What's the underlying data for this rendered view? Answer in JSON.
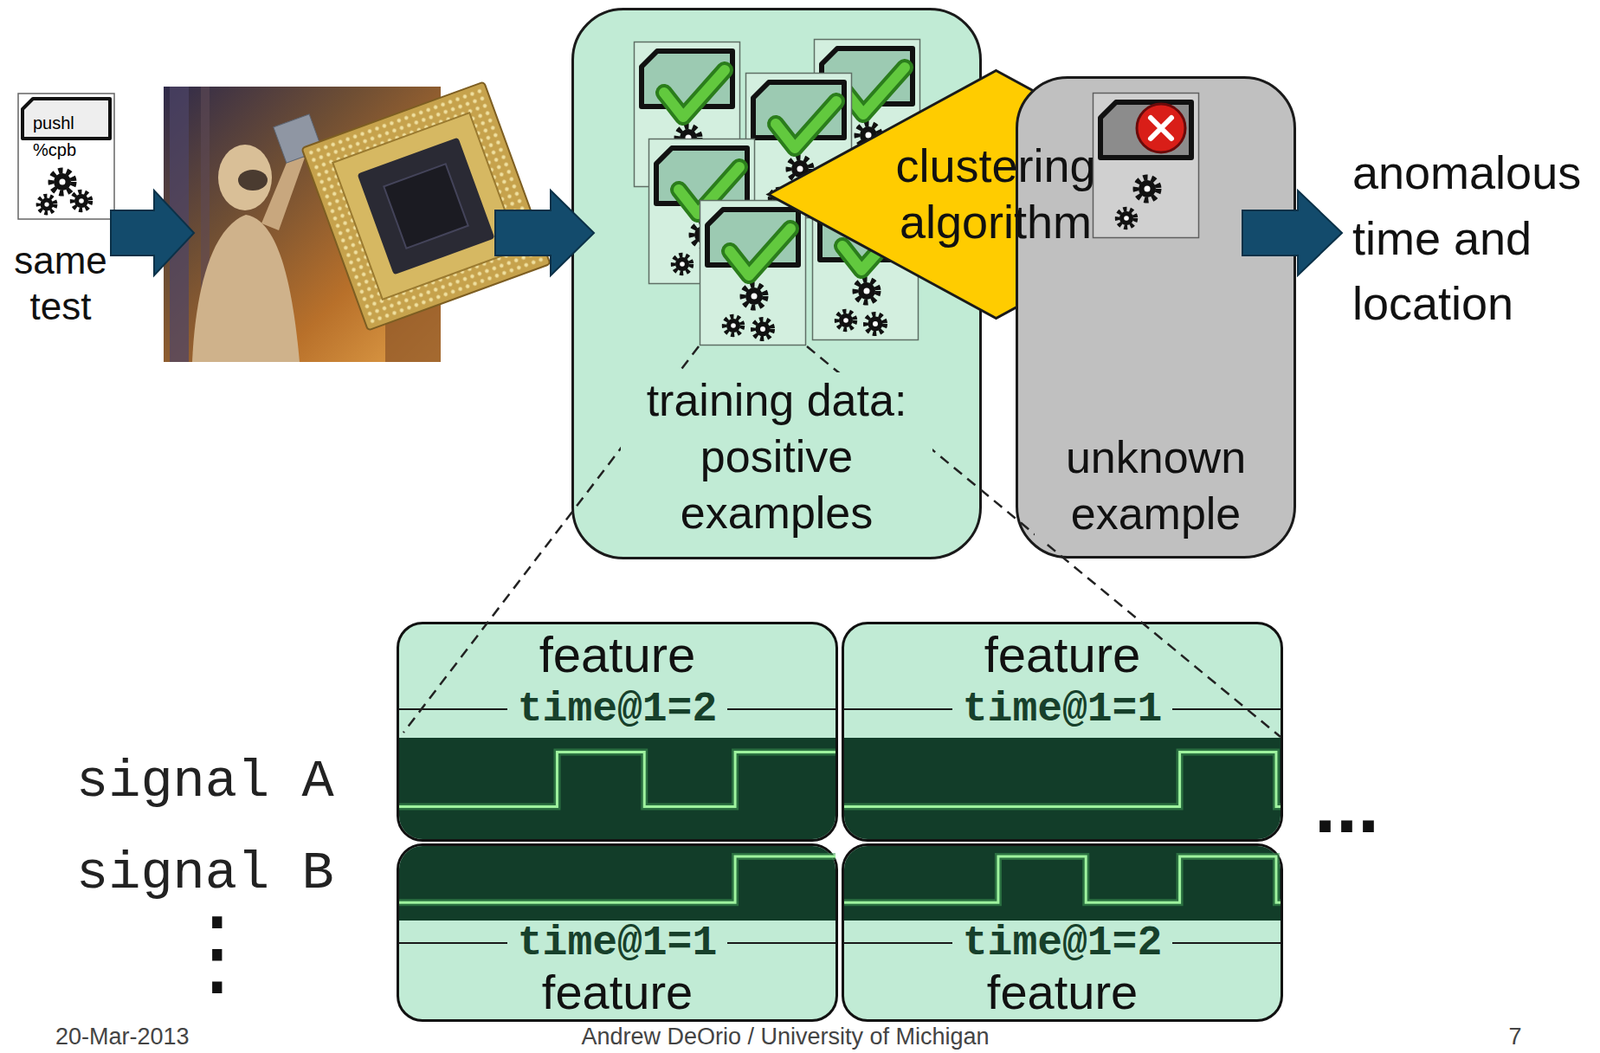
{
  "diagram": {
    "nodes": [
      {
        "text": [
          "training data: positive examples"
        ]
      },
      {
        "text": [
          "clustering algorithm"
        ]
      },
      {
        "text": [
          "unknown example"
        ]
      },
      {
        "text": [
          "feature",
          "time@1=2"
        ]
      },
      {
        "text": [
          "feature",
          "time@1=1"
        ]
      },
      {
        "text": [
          "time@1=1",
          "feature"
        ]
      },
      {
        "text": [
          "time@1=2",
          "feature"
        ]
      }
    ],
    "labels": [
      "pushl",
      "%cpb",
      "same test",
      "anomalous time and location",
      "signal A",
      "signal B",
      "⋮",
      "...",
      "20-Mar-2013",
      "Andrew DeOrio / University of Michigan",
      "7"
    ]
  }
}
